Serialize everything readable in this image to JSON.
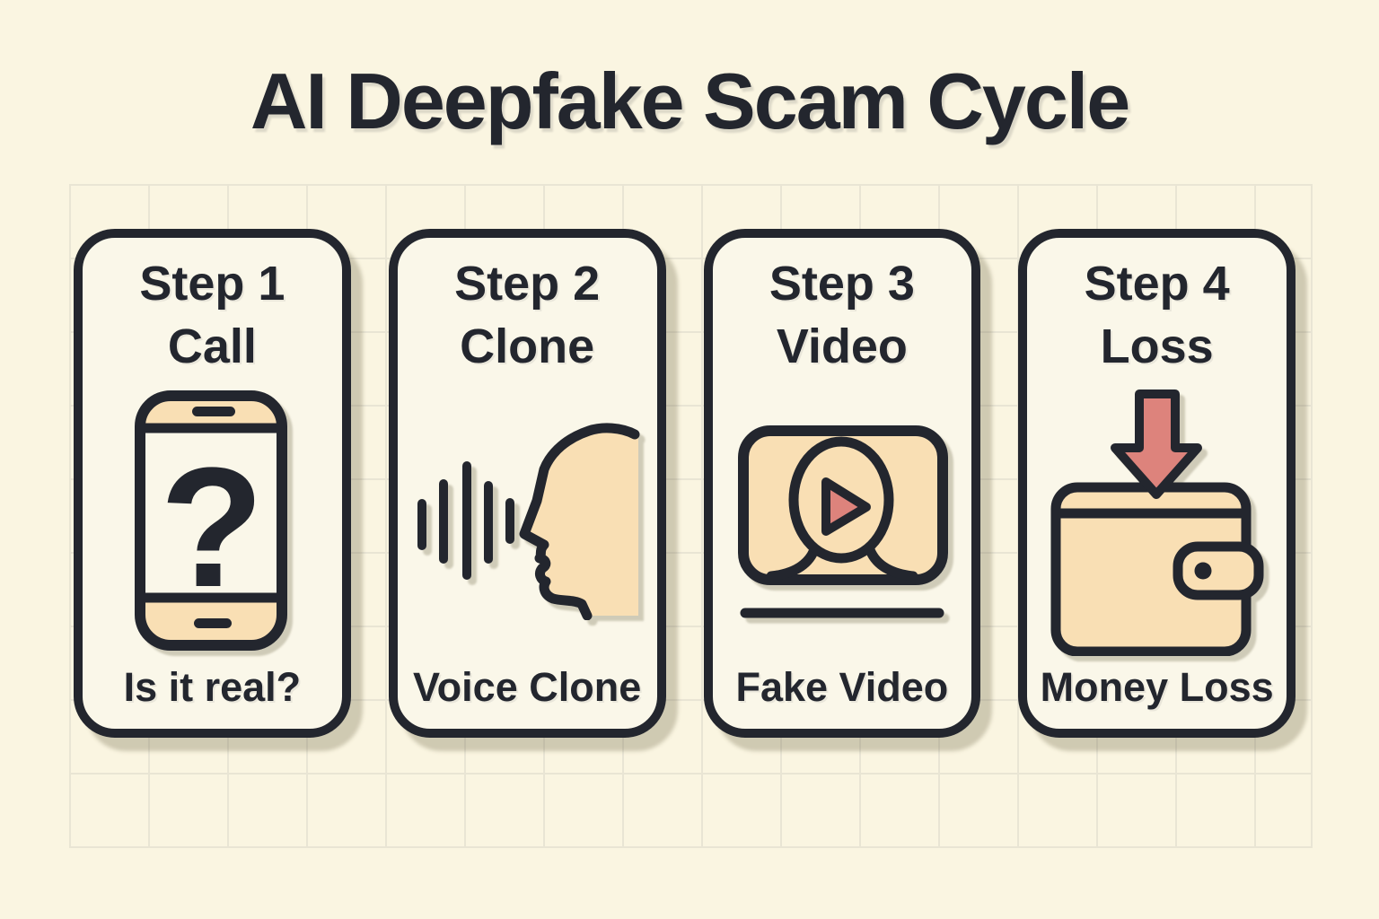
{
  "title": "AI Deepfake Scam Cycle",
  "theme": {
    "page_bg": "#faf5e1",
    "card_bg": "#faf7e9",
    "ink": "#23262e",
    "peach": "#f9dfb4",
    "salmon": "#dd837c",
    "grid_line": "#e7e3d2",
    "shadow": "rgba(98,90,56,0.28)"
  },
  "steps": [
    {
      "step_label": "Step 1",
      "step_name": "Call",
      "icon": "phone-question-icon",
      "glyph": "?",
      "caption": "Is it real?"
    },
    {
      "step_label": "Step 2",
      "step_name": "Clone",
      "icon": "voice-clone-icon",
      "caption": "Voice Clone"
    },
    {
      "step_label": "Step 3",
      "step_name": "Video",
      "icon": "fake-video-icon",
      "caption": "Fake Video"
    },
    {
      "step_label": "Step 4",
      "step_name": "Loss",
      "icon": "money-loss-wallet-icon",
      "caption": "Money Loss"
    }
  ]
}
